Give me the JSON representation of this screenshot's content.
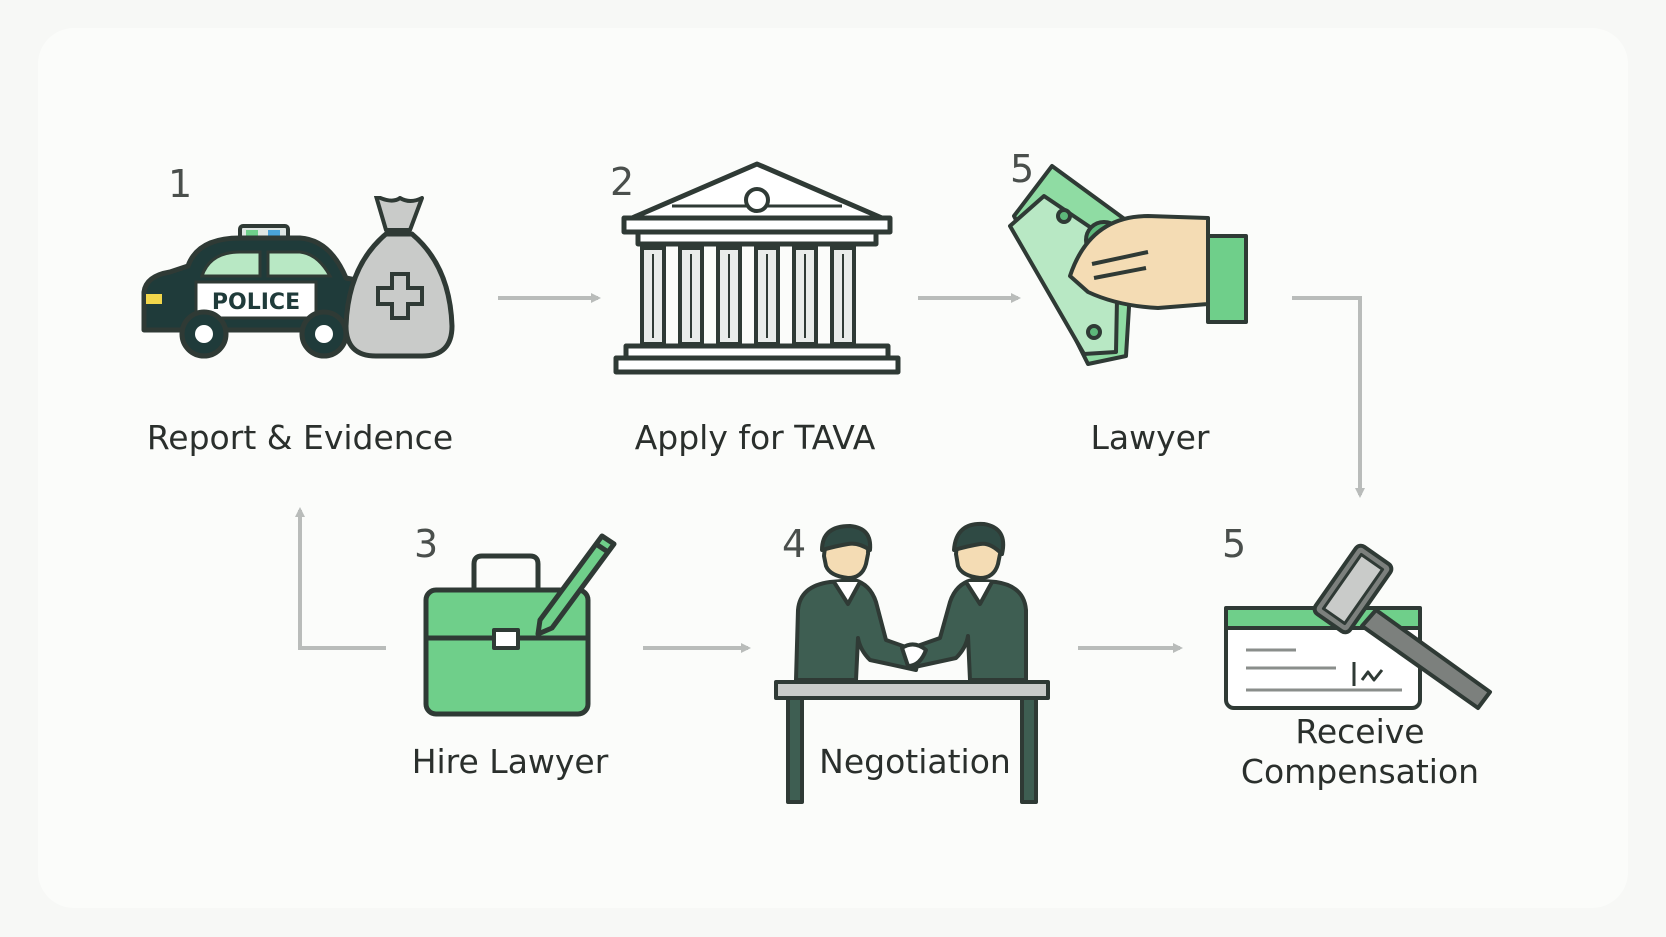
{
  "steps": [
    {
      "number": "1",
      "label": "Report & Evidence",
      "icon": "police-car-and-medical-bag-icon"
    },
    {
      "number": "2",
      "label": "Apply for TAVA",
      "icon": "courthouse-icon"
    },
    {
      "number": "5",
      "label": "Lawyer",
      "icon": "hand-with-cash-icon"
    },
    {
      "number": "3",
      "label": "Hire Lawyer",
      "icon": "briefcase-with-pen-icon"
    },
    {
      "number": "4",
      "label": "Negotiation",
      "icon": "handshake-at-table-icon"
    },
    {
      "number": "5",
      "label_line1": "Receive",
      "label_line2": "Compensation",
      "icon": "gavel-and-check-icon"
    }
  ],
  "icon_text": {
    "police": "POLICE"
  },
  "colors": {
    "green": "#6fcf8a",
    "light_green": "#b8e8c4",
    "dark_green": "#3e5e52",
    "navy": "#1f3b3a",
    "outline": "#2f3a35",
    "arrow": "#b9bcba",
    "gray": "#c9cbc9"
  }
}
